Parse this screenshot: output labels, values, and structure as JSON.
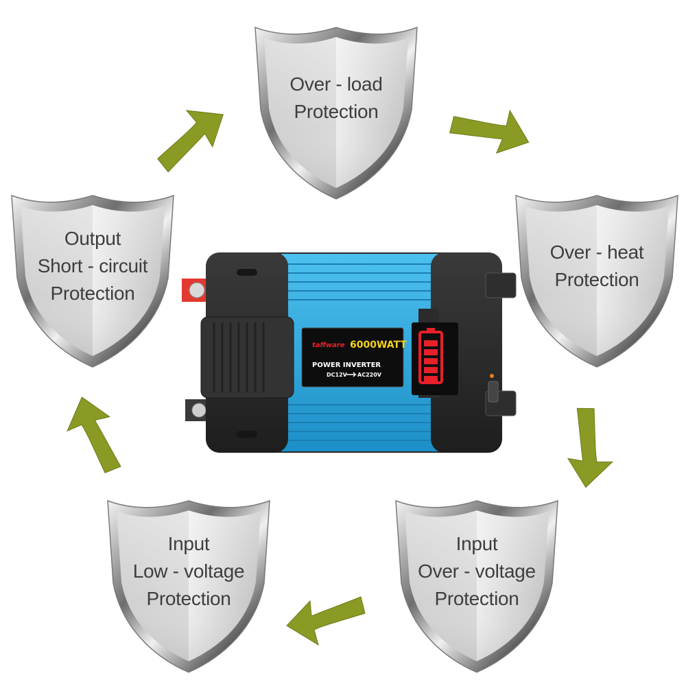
{
  "shields": [
    {
      "id": "overload",
      "lines": [
        "Over - load",
        "Protection"
      ]
    },
    {
      "id": "overheat",
      "lines": [
        "Over - heat",
        "Protection"
      ]
    },
    {
      "id": "input-overvoltage",
      "lines": [
        "Input",
        "Over - voltage",
        "Protection"
      ]
    },
    {
      "id": "input-lowvoltage",
      "lines": [
        "Input",
        "Low - voltage",
        "Protection"
      ]
    },
    {
      "id": "output-shortcircuit",
      "lines": [
        "Output",
        "Short - circuit",
        "Protection"
      ]
    }
  ],
  "product": {
    "brand": "taffware",
    "wattage": "6000WATT",
    "label": "POWER INVERTER",
    "conversion_from": "DC12V",
    "conversion_to": "AC220V",
    "battery_icon": "battery-level-icon",
    "battery_level": 1.0
  },
  "colors": {
    "arrow": "#8a9a24",
    "body_blue": "#29a3d9",
    "body_dark": "#2b2b2b",
    "battery_red": "#e8202a",
    "wattage_yellow": "#f3d21b",
    "shield_text": "#3e3e3e"
  }
}
